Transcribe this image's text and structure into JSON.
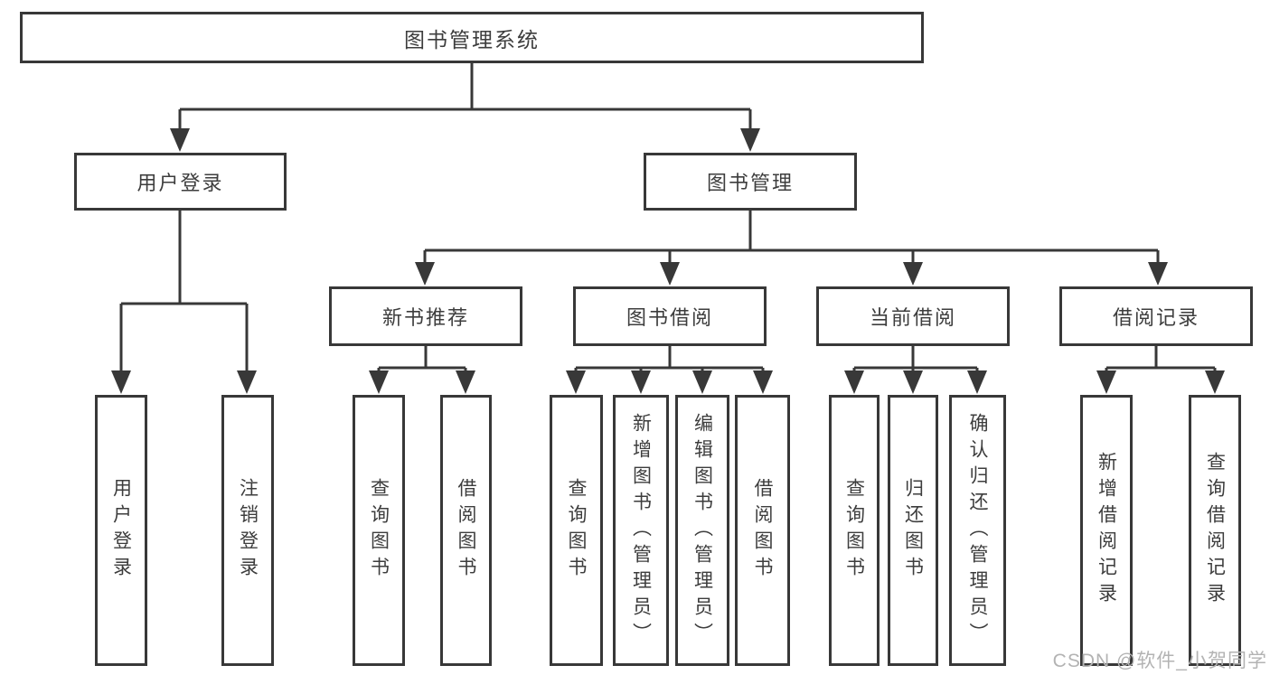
{
  "tree": {
    "root": {
      "label": "图书管理系统",
      "children": [
        {
          "label": "用户登录",
          "children": [
            {
              "label": "用户登录"
            },
            {
              "label": "注销登录"
            }
          ]
        },
        {
          "label": "图书管理",
          "children": [
            {
              "label": "新书推荐",
              "children": [
                {
                  "label": "查询图书"
                },
                {
                  "label": "借阅图书"
                }
              ]
            },
            {
              "label": "图书借阅",
              "children": [
                {
                  "label": "查询图书"
                },
                {
                  "label": "新增图书（管理员）"
                },
                {
                  "label": "编辑图书（管理员）"
                },
                {
                  "label": "借阅图书"
                }
              ]
            },
            {
              "label": "当前借阅",
              "children": [
                {
                  "label": "查询图书"
                },
                {
                  "label": "归还图书"
                },
                {
                  "label": "确认归还（管理员）"
                }
              ]
            },
            {
              "label": "借阅记录",
              "children": [
                {
                  "label": "新增借阅记录"
                },
                {
                  "label": "查询借阅记录"
                }
              ]
            }
          ]
        }
      ]
    }
  },
  "watermark": {
    "text": "CSDN @软件_小贺同学"
  },
  "colors": {
    "line": "#383838",
    "box_border": "#383838",
    "text": "#3d3d3d",
    "watermark": "#b3b3b3",
    "background": "#ffffff"
  }
}
